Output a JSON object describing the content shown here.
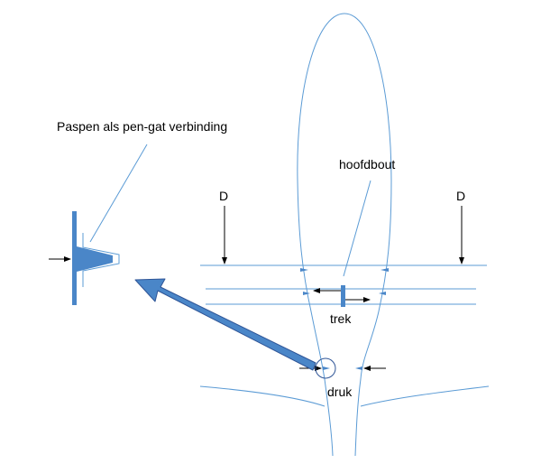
{
  "labels": {
    "peg_caption": "Paspen als pen-gat verbinding",
    "main_bolt": "hoofdbout",
    "force_left": "D",
    "force_right": "D",
    "tension": "trek",
    "compression": "druk"
  },
  "colors": {
    "outline": "#5b9bd5",
    "fill": "#4a86c8",
    "arrow": "#000000",
    "text": "#000000"
  }
}
